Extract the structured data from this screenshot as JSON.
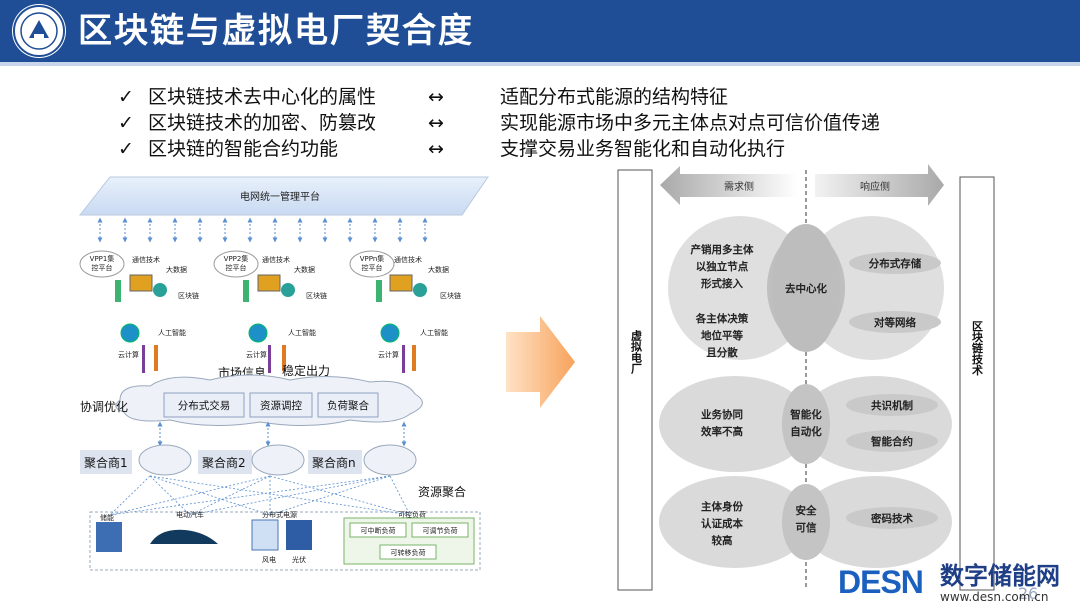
{
  "header": {
    "title": "区块链与虚拟电厂契合度"
  },
  "bullets": [
    {
      "check": "✓",
      "left": "区块链技术去中心化的属性",
      "arrow": "↔",
      "right": "适配分布式能源的结构特征"
    },
    {
      "check": "✓",
      "left": "区块链技术的加密、防篡改",
      "arrow": "↔",
      "right": "实现能源市场中多元主体点对点可信价值传递"
    },
    {
      "check": "✓",
      "left": "区块链的智能合约功能",
      "arrow": "↔",
      "right": "支撑交易业务智能化和自动化执行"
    }
  ],
  "left_diagram": {
    "platform": "电网统一管理平台",
    "vpp": [
      {
        "name_line1": "VPP1集",
        "name_line2": "控平台"
      },
      {
        "name_line1": "VPP2集",
        "name_line2": "控平台"
      },
      {
        "name_line1": "VPPn集",
        "name_line2": "控平台"
      }
    ],
    "tech": {
      "comm": "通信技术",
      "bigdata": "大数据",
      "blockchain": "区块链",
      "ai": "人工智能",
      "cloud": "云计算"
    },
    "market_info": "市场信息",
    "stable_output": "稳定出力",
    "coordination": "协调优化",
    "cloud_boxes": [
      "分布式交易",
      "资源调控",
      "负荷聚合"
    ],
    "aggregators": [
      "聚合商1",
      "聚合商2",
      "聚合商n"
    ],
    "resource_agg": "资源聚合",
    "resources": {
      "storage": "储能",
      "ev": "电动汽车",
      "der": "分布式电源",
      "wind": "风电",
      "pv": "光伏",
      "ctrl_load": "可控负荷"
    },
    "loads": [
      "可中断负荷",
      "可调节负荷",
      "可转移负荷"
    ]
  },
  "right_diagram": {
    "demand_side": "需求侧",
    "response_side": "响应侧",
    "vpp_label": "虚拟电厂",
    "bc_label": "区块链技术",
    "rows": [
      {
        "left_lines": [
          "产销用多主体",
          "以独立节点",
          "形式接入",
          "",
          "各主体决策",
          "地位平等",
          "且分散"
        ],
        "mid": "去中心化",
        "right": [
          "分布式存储",
          "对等网络"
        ]
      },
      {
        "left_lines": [
          "业务协同",
          "效率不高"
        ],
        "mid_lines": [
          "智能化",
          "自动化"
        ],
        "right": [
          "共识机制",
          "智能合约"
        ]
      },
      {
        "left_lines": [
          "主体身份",
          "认证成本",
          "较高"
        ],
        "mid_lines": [
          "安全",
          "可信"
        ],
        "right": [
          "密码技术"
        ]
      }
    ]
  },
  "page_number": "26",
  "brand": {
    "logo": "DESN",
    "name": "数字储能网",
    "url": "www.desn.com.cn"
  }
}
